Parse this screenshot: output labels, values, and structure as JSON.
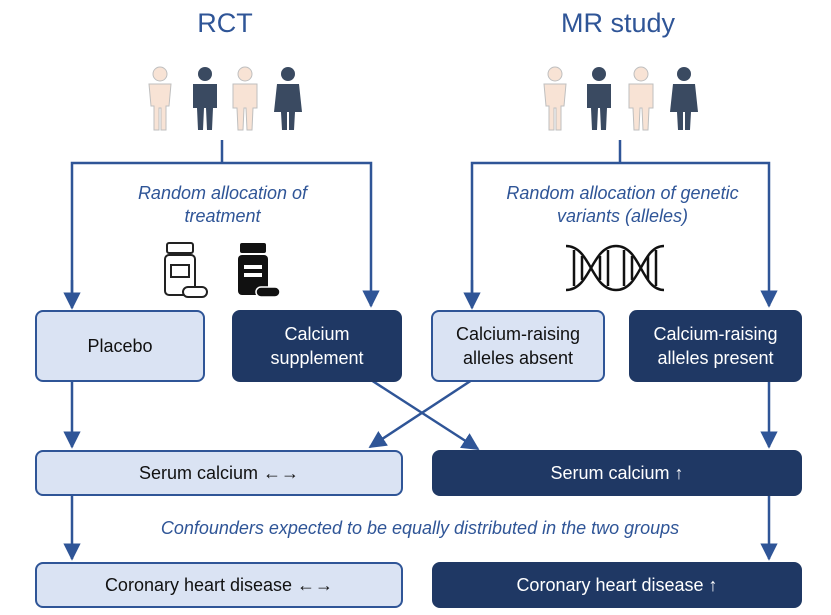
{
  "rct": {
    "title": "RCT",
    "allocation": "Random allocation of treatment",
    "placebo": "Placebo",
    "supplement": "Calcium supplement"
  },
  "mr": {
    "title": "MR study",
    "allocation": "Random allocation of genetic variants (alleles)",
    "absent": "Calcium-raising alleles absent",
    "present": "Calcium-raising alleles present"
  },
  "outcomes": {
    "serum_neutral": "Serum calcium ←→",
    "serum_up": "Serum calcium ↑",
    "chd_neutral": "Coronary heart disease ←→",
    "chd_up": "Coronary heart disease ↑"
  },
  "confounders_note": "Confounders expected to be equally distributed in the two groups",
  "colors": {
    "dark": "#1f3864",
    "light": "#dae3f3",
    "accent_text": "#2f5597",
    "skin": "#f8e3d5"
  },
  "icons": [
    "person-icon",
    "pill-bottle-icon",
    "dna-icon"
  ]
}
